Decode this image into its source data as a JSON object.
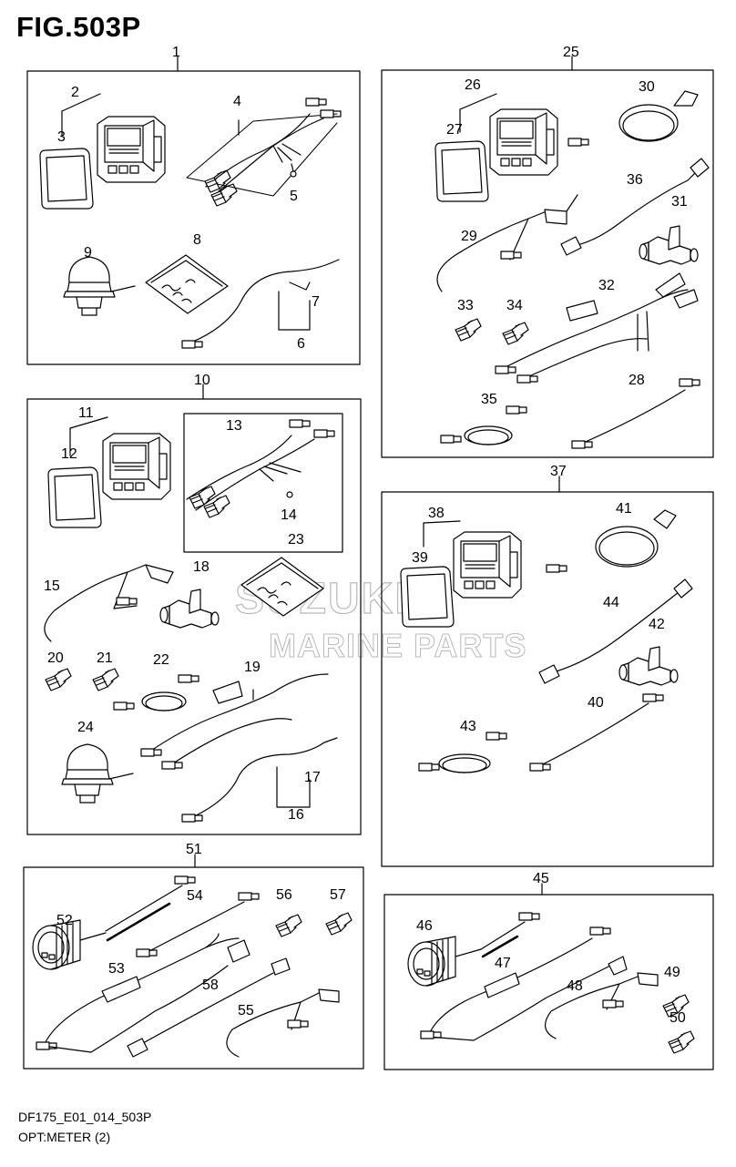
{
  "figure": {
    "title": "FIG.503P",
    "code": "DF175_E01_014_503P",
    "caption": "OPT:METER (2)"
  },
  "watermark": {
    "line1": "SUZUKI",
    "line2": "MARINE PARTS"
  },
  "groups": {
    "g1": "1",
    "g10": "10",
    "g25": "25",
    "g37": "37",
    "g45": "45",
    "g51": "51"
  },
  "callouts": {
    "c2": "2",
    "c3": "3",
    "c4": "4",
    "c5": "5",
    "c6": "6",
    "c7": "7",
    "c8": "8",
    "c9": "9",
    "c11": "11",
    "c12": "12",
    "c13": "13",
    "c14": "14",
    "c15": "15",
    "c16": "16",
    "c17": "17",
    "c18": "18",
    "c19": "19",
    "c20": "20",
    "c21": "21",
    "c22": "22",
    "c23": "23",
    "c24": "24",
    "c26": "26",
    "c27": "27",
    "c28": "28",
    "c29": "29",
    "c30": "30",
    "c31": "31",
    "c32": "32",
    "c33": "33",
    "c34": "34",
    "c35": "35",
    "c36": "36",
    "c38": "38",
    "c39": "39",
    "c40": "40",
    "c41": "41",
    "c42": "42",
    "c43": "43",
    "c44": "44",
    "c46": "46",
    "c47": "47",
    "c48": "48",
    "c49": "49",
    "c50": "50",
    "c52": "52",
    "c53": "53",
    "c54": "54",
    "c55": "55",
    "c56": "56",
    "c57": "57",
    "c58": "58"
  },
  "icons": [
    "meter-display",
    "display-bezel",
    "wiring-harness",
    "transducer",
    "t-connector",
    "terminator-plug",
    "extension-cable",
    "gauge",
    "parts-bag"
  ]
}
